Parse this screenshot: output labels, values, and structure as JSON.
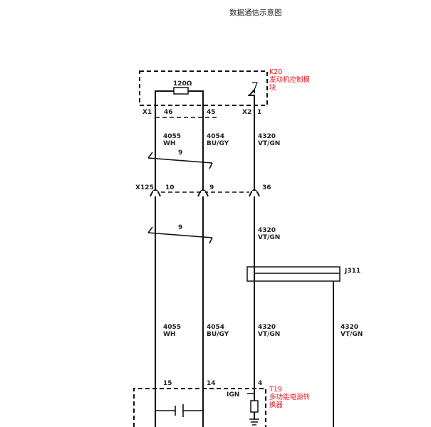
{
  "title": "数据通信示意图",
  "k20": {
    "code": "K20",
    "name_line1": "发动机控制模",
    "name_line2": "块"
  },
  "resistor": "120Ω",
  "x1": {
    "label": "X1",
    "pin_left": "46",
    "pin_right": "45"
  },
  "x2": {
    "label": "X2",
    "pin": "1"
  },
  "wires": {
    "wh_num": "4055",
    "wh_color": "WH",
    "bu_num": "4054",
    "bu_color": "BU/GY",
    "vt_num": "4320",
    "vt_color": "VT/GN"
  },
  "twist_label": "9",
  "x125": {
    "label": "X125",
    "pin_a": "10",
    "pin_b": "9",
    "pin_c": "36"
  },
  "j311": "J311",
  "t19": {
    "code": "T19",
    "name_line1": "多功能电源转",
    "name_line2": "换器",
    "pin_a": "15",
    "pin_b": "14",
    "pin_c": "4",
    "ign": "IGN"
  }
}
